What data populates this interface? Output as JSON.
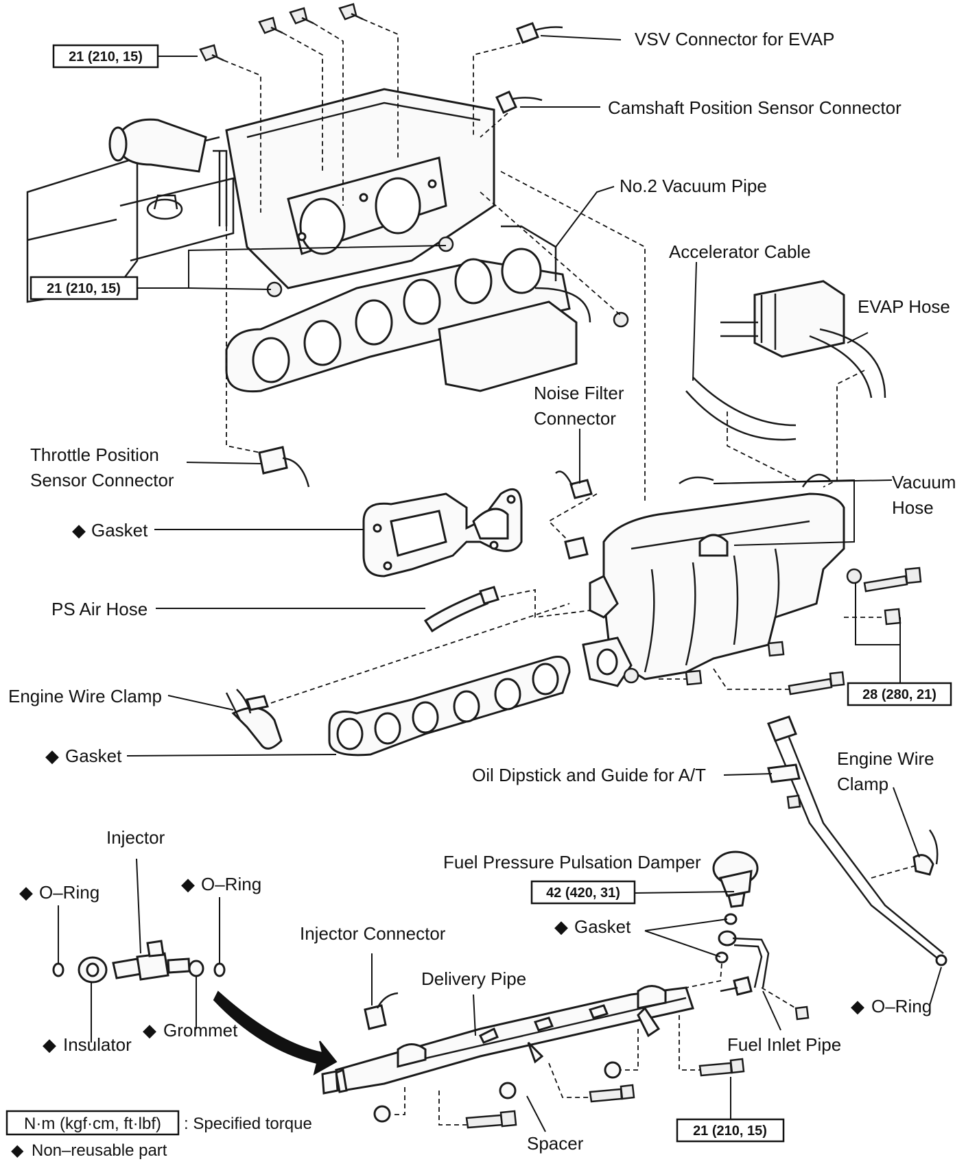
{
  "labels": {
    "vsv_connector": "VSV Connector for EVAP",
    "camshaft_sensor": "Camshaft Position Sensor Connector",
    "vacuum_pipe": "No.2 Vacuum Pipe",
    "accelerator_cable": "Accelerator Cable",
    "evap_hose": "EVAP Hose",
    "noise_filter_1": "Noise Filter",
    "noise_filter_2": "Connector",
    "throttle_sensor_1": "Throttle Position",
    "throttle_sensor_2": "Sensor Connector",
    "vacuum_hose_1": "Vacuum",
    "vacuum_hose_2": "Hose",
    "gasket_upper": "Gasket",
    "ps_air_hose": "PS Air Hose",
    "engine_wire_clamp_left": "Engine Wire Clamp",
    "gasket_lower": "Gasket",
    "oil_dipstick": "Oil Dipstick and Guide for A/T",
    "engine_wire_clamp_right_1": "Engine Wire",
    "engine_wire_clamp_right_2": "Clamp",
    "injector": "Injector",
    "oring_left": "O–Ring",
    "oring_mid": "O–Ring",
    "oring_right": "O–Ring",
    "fuel_damper": "Fuel Pressure Pulsation Damper",
    "injector_connector": "Injector Connector",
    "gasket_fuel": "Gasket",
    "delivery_pipe": "Delivery Pipe",
    "insulator": "Insulator",
    "grommet": "Grommet",
    "fuel_inlet_pipe": "Fuel Inlet Pipe",
    "spacer": "Spacer"
  },
  "torques": {
    "top_left": "21 (210, 15)",
    "mid_left": "21 (210, 15)",
    "right": "28 (280, 21)",
    "damper": "42 (420, 31)",
    "bottom": "21 (210, 15)"
  },
  "non_reusable_mark": "◆",
  "legend": {
    "torque_unit": "N·m (kgf·cm, ft·lbf)",
    "torque_desc": ": Specified torque",
    "mark": "◆",
    "nonreusable_desc": "Non–reusable part"
  }
}
